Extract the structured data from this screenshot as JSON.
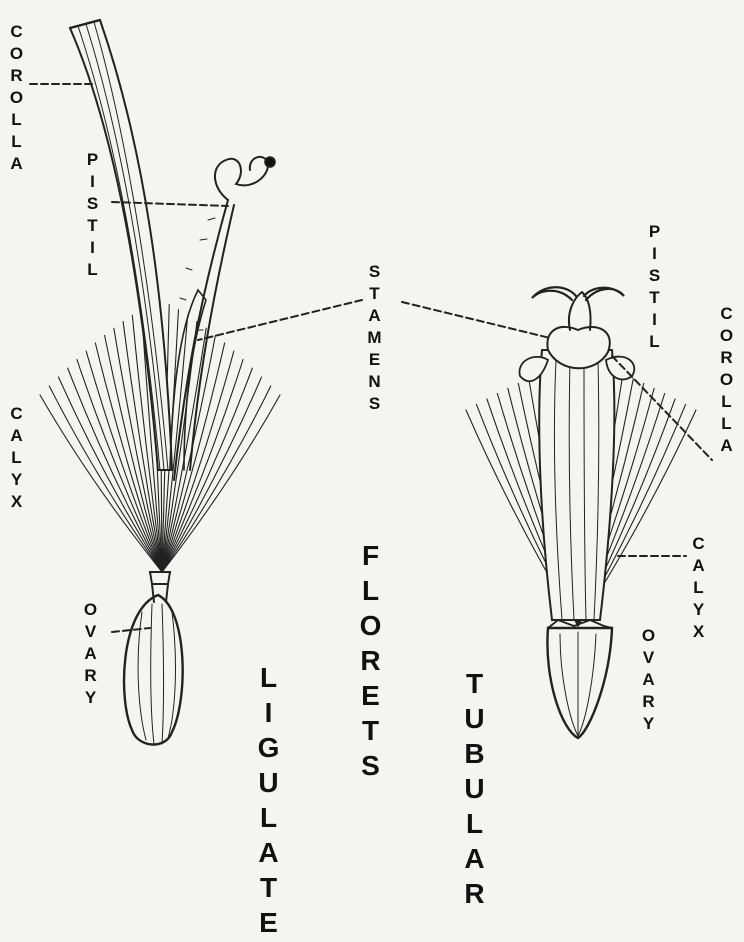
{
  "labels": {
    "ligulate": {
      "corolla": "COROLLA",
      "pistil": "PISTIL",
      "calyx": "CALYX",
      "ovary": "OVARY",
      "name": "LIGULATE"
    },
    "stamens": "STAMENS",
    "title": "FLORETS",
    "tubular": {
      "pistil": "PISTIL",
      "corolla": "COROLLA",
      "calyx": "CALYX",
      "ovary": "OVARY",
      "name": "TUBULAR"
    }
  },
  "colors": {
    "background": "#f4f4f2",
    "ink": "#111111"
  }
}
